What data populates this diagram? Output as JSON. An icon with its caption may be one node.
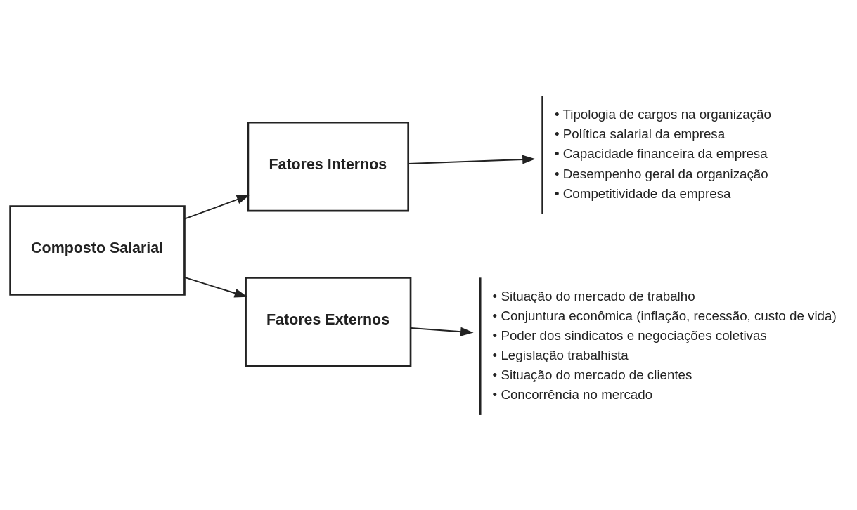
{
  "diagram": {
    "nodes": [
      {
        "text": [
          "Composto Salarial"
        ]
      },
      {
        "text": [
          "Fatores Internos"
        ]
      },
      {
        "text": [
          "Fatores Externos"
        ]
      },
      {
        "text": [
          "• Tipologia de cargos na organização",
          "• Política salarial da empresa",
          "• Capacidade financeira da empresa",
          "• Desempenho geral da organização",
          "• Competitividade da empresa"
        ]
      },
      {
        "text": [
          "• Situação do mercado de trabalho",
          "• Conjuntura econômica (inflação, recessão, custo de vida)",
          "• Poder dos sindicatos e negociações coletivas",
          "• Legislação trabalhista",
          "• Situação do mercado de clientes",
          "• Concorrência no mercado"
        ]
      }
    ],
    "edges": [
      {
        "from": 0,
        "to": 1,
        "arrow": "to"
      },
      {
        "from": 0,
        "to": 2,
        "arrow": "to"
      },
      {
        "from": 1,
        "to": 3,
        "arrow": "to"
      },
      {
        "from": 2,
        "to": 4,
        "arrow": "to"
      }
    ]
  }
}
